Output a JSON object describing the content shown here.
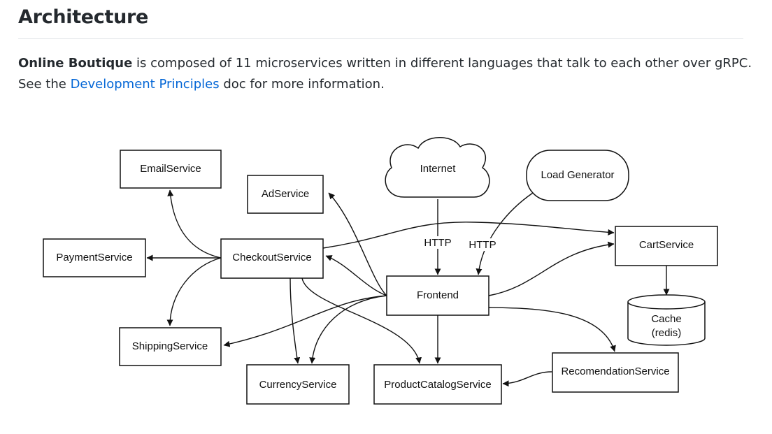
{
  "heading": "Architecture",
  "intro": {
    "bold": "Online Boutique",
    "rest": " is composed of 11 microservices written in different languages that talk to each other over gRPC."
  },
  "see": {
    "prefix": "See the ",
    "link": "Development Principles",
    "suffix": " doc for more information."
  },
  "diagram": {
    "nodes": {
      "email": "EmailService",
      "ad": "AdService",
      "internet": "Internet",
      "loadgen": "Load Generator",
      "payment": "PaymentService",
      "checkout": "CheckoutService",
      "cart": "CartService",
      "frontend": "Frontend",
      "cache_line1": "Cache",
      "cache_line2": "(redis)",
      "shipping": "ShippingService",
      "recommendation": "RecomendationService",
      "currency": "CurrencyService",
      "catalog": "ProductCatalogService"
    },
    "edge_labels": {
      "http_internet": "HTTP",
      "http_loadgen": "HTTP"
    }
  }
}
